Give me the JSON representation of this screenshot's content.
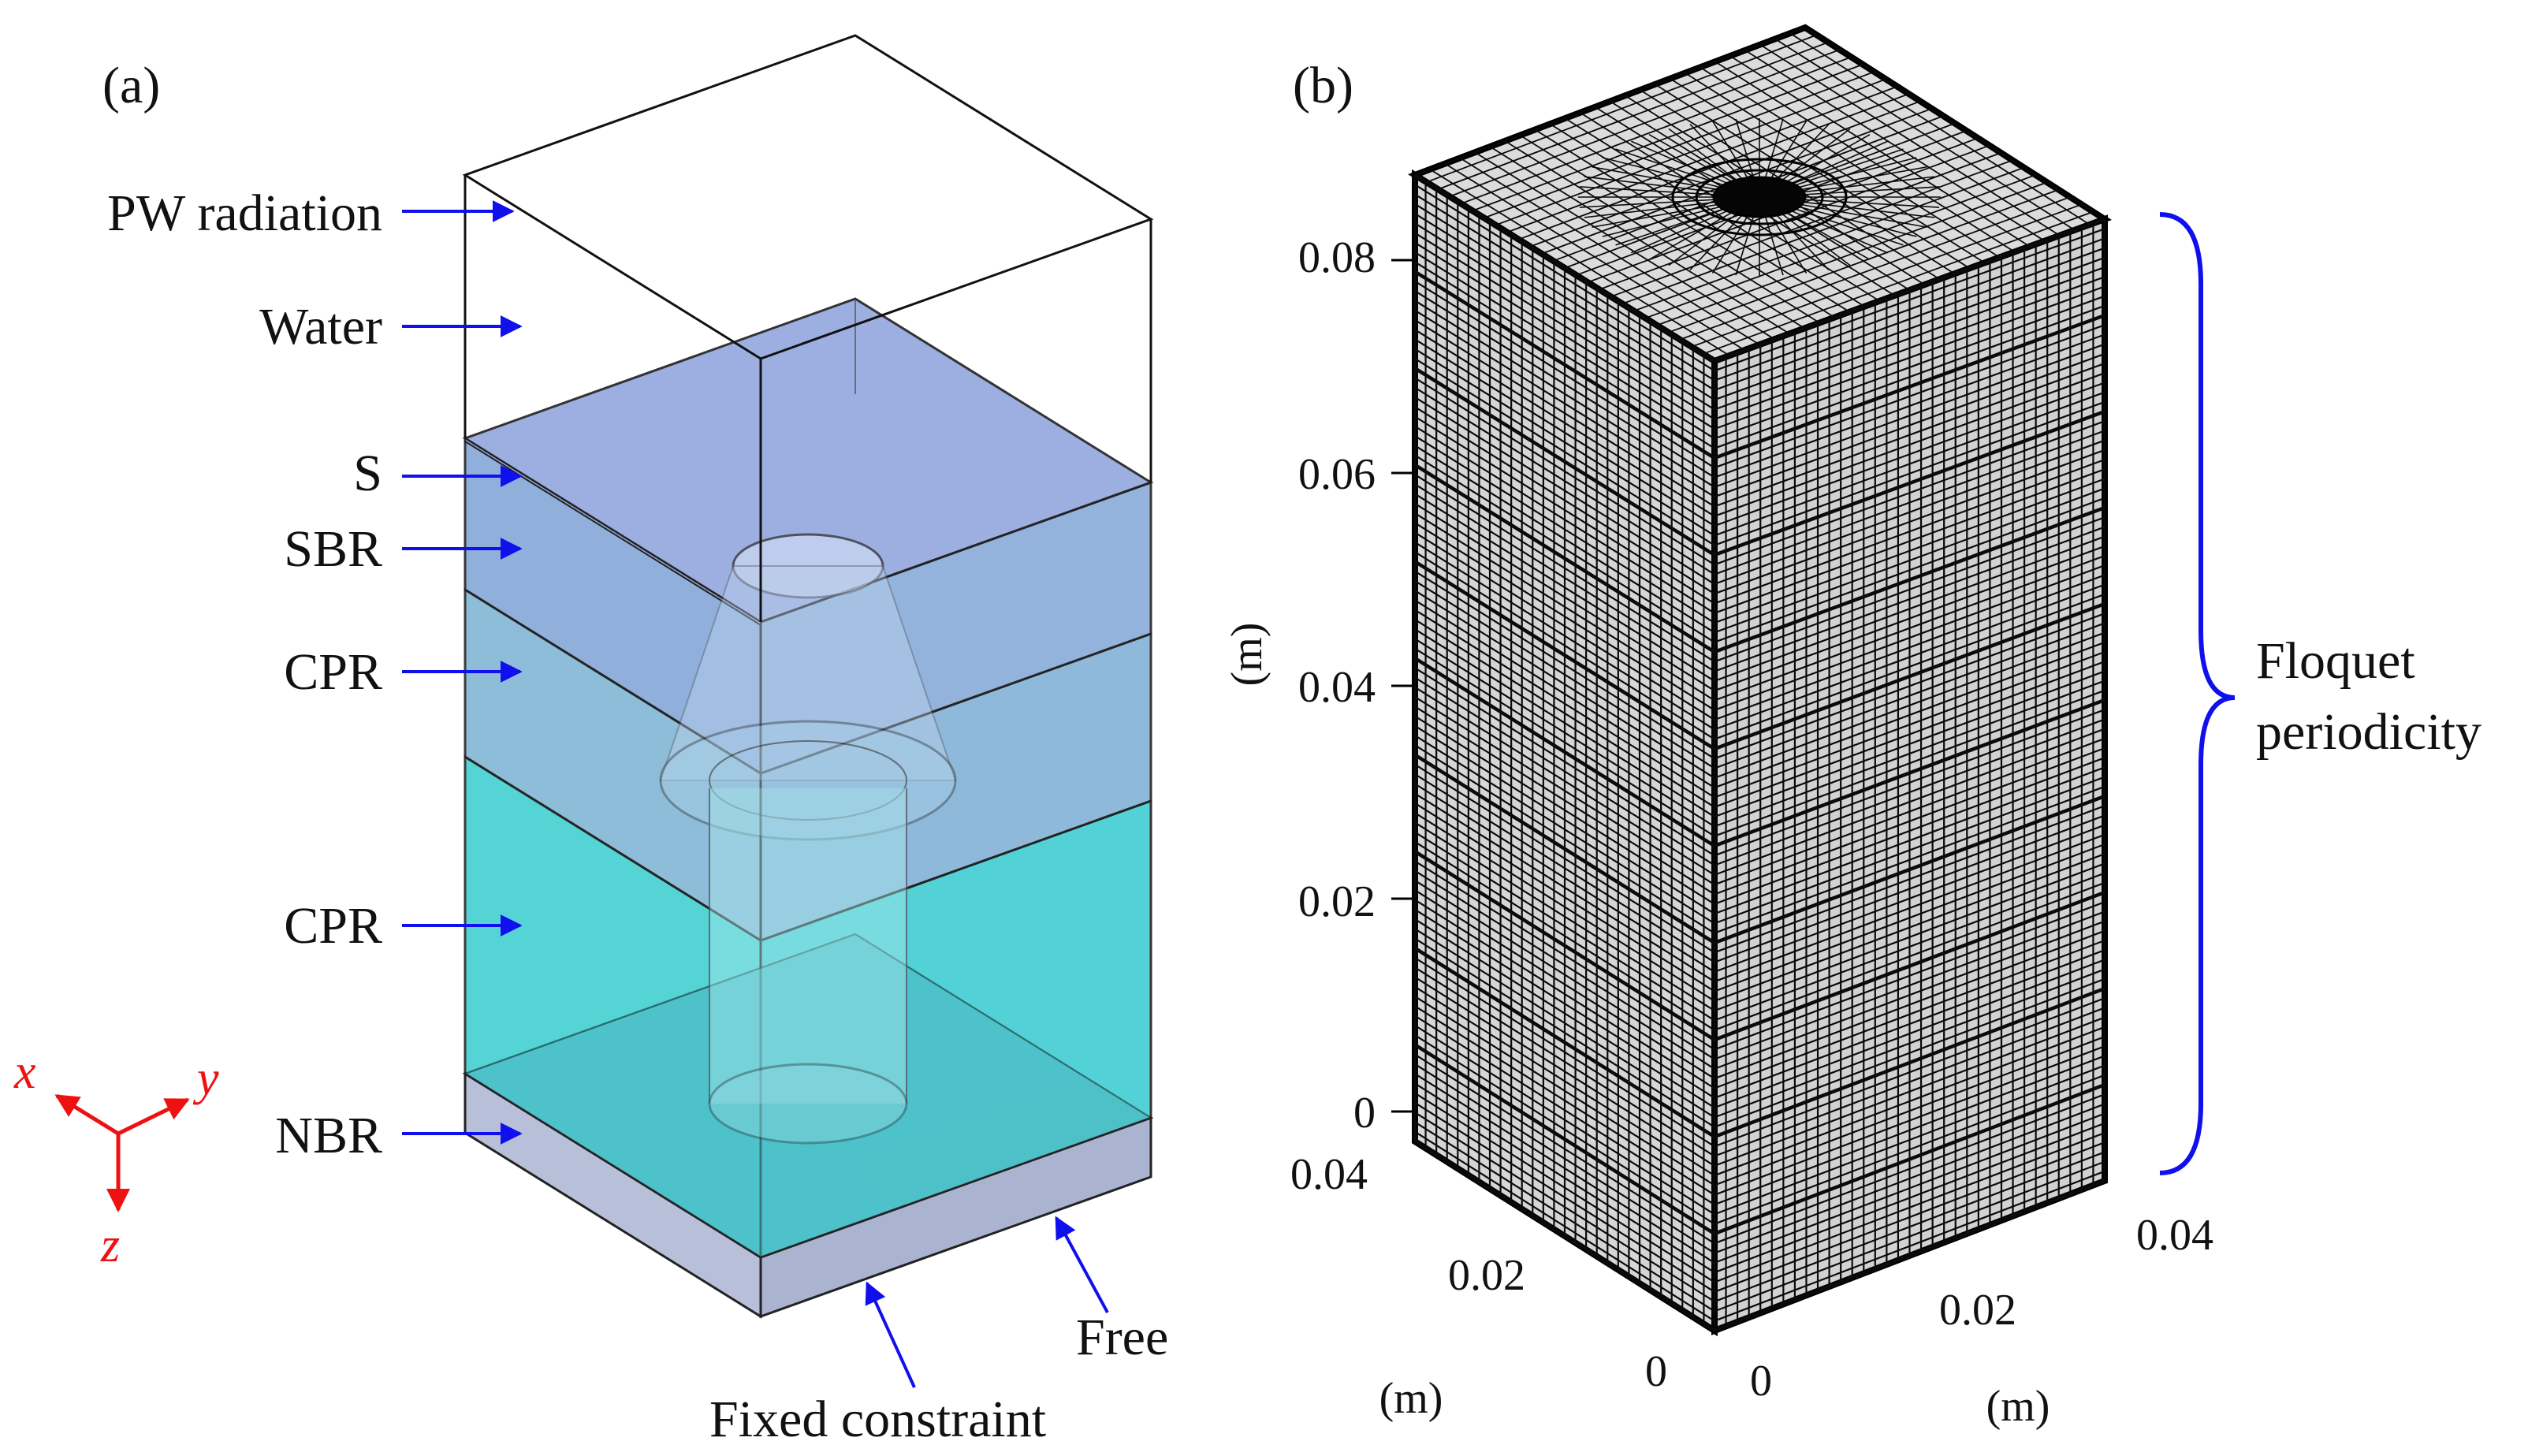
{
  "panel_a": {
    "label": "(a)",
    "layer_labels": [
      "PW radiation",
      "Water",
      "S",
      "SBR",
      "CPR",
      "CPR",
      "NBR"
    ],
    "boundary_labels": {
      "free": "Free",
      "fixed": "Fixed constraint"
    },
    "axes": {
      "x": "x",
      "y": "y",
      "z": "z"
    },
    "colors": {
      "arrow": "#1010ee",
      "axis": "#ee1111",
      "steel_layer": "#8fa5dc",
      "sbr_layer": "#80a8d8",
      "upper_cpr_layer": "#7fb4d4",
      "lower_cpr_layer": "#38d0d0",
      "nbr_layer": "#b8bfd8",
      "free_patch": "#c8b880"
    }
  },
  "panel_b": {
    "label": "(b)",
    "z_ticks": [
      "0.08",
      "0.06",
      "0.04",
      "0.02",
      "0"
    ],
    "z_unit": "(m)",
    "left_ticks": [
      "0.04",
      "0.02",
      "0"
    ],
    "left_unit": "(m)",
    "right_ticks": [
      "0",
      "0.02",
      "0.04"
    ],
    "right_unit": "(m)",
    "brace_label_line1": "Floquet",
    "brace_label_line2": "periodicity",
    "colors": {
      "mesh": "#0a0a0a",
      "face": "#d9d9d9",
      "brace": "#1010ee"
    }
  }
}
